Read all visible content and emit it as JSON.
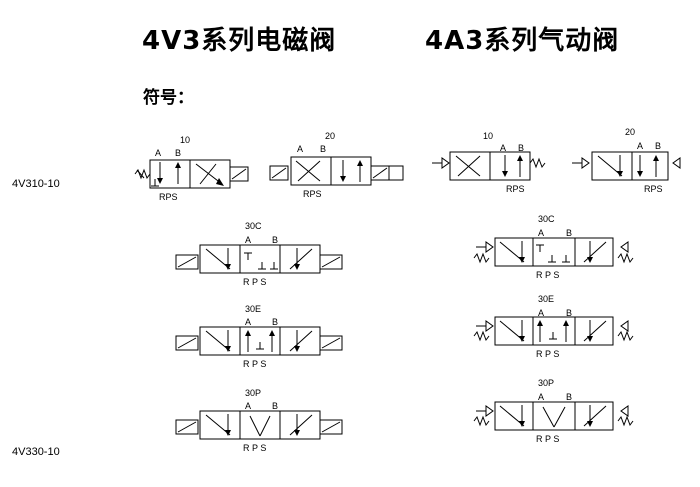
{
  "headings": {
    "left": "4V3系列电磁阀",
    "right": "4A3系列气动阀"
  },
  "symbol_label": "符号：",
  "models": {
    "top": "4V310-10",
    "bottom": "4V330-10"
  },
  "port_labels": {
    "a": "A",
    "b": "B",
    "exhaust": "RPS",
    "exhaust_spaced": "R P S"
  },
  "diagrams": {
    "solenoid": {
      "d10": "10",
      "d20": "20",
      "d30c": "30C",
      "d30e": "30E",
      "d30p": "30P"
    },
    "pneumatic": {
      "d10": "10",
      "d20": "20",
      "d30c": "30C",
      "d30e": "30E",
      "d30p": "30P"
    }
  }
}
